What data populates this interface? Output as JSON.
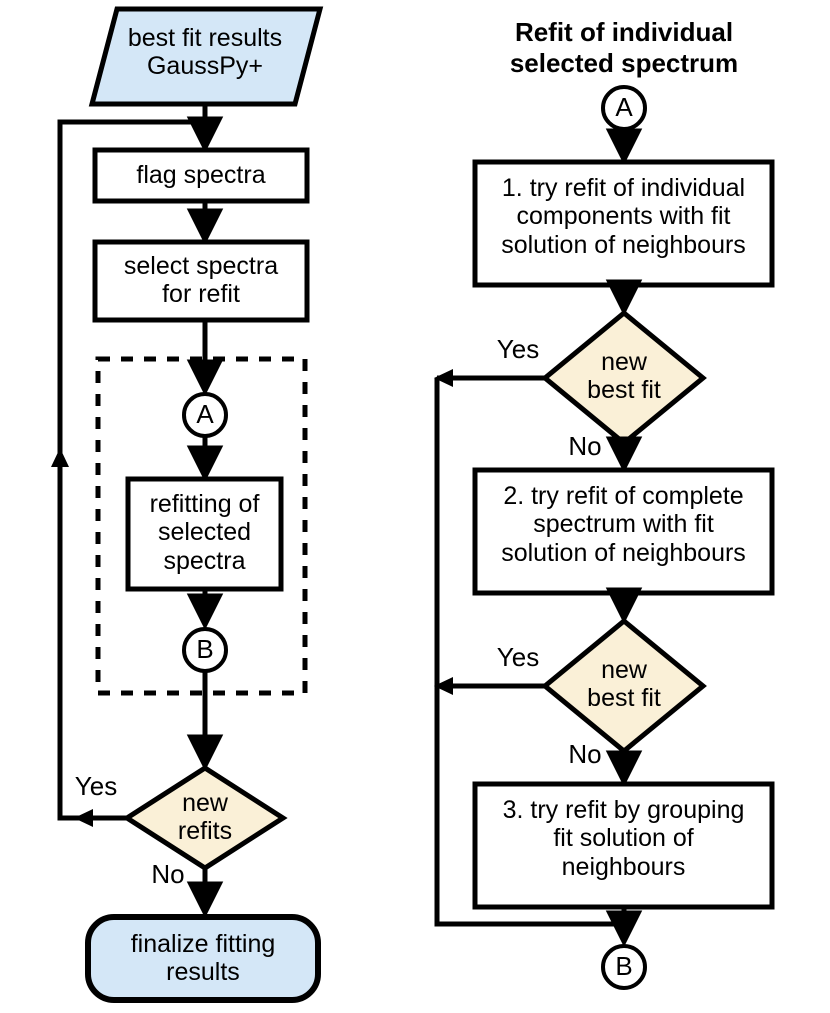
{
  "diagram": {
    "title_right": "Refit of individual\nselected spectrum",
    "colors": {
      "fill_blue": "#d4e7f7",
      "fill_cream": "#faf0d7",
      "stroke": "#000000",
      "background": "#ffffff"
    },
    "left_column": {
      "start_node": {
        "label": "best fit results\nGaussPy+",
        "shape": "parallelogram",
        "fill": "#d4e7f7"
      },
      "process_flag": {
        "label": "flag spectra",
        "shape": "rectangle",
        "fill": "#ffffff"
      },
      "process_select": {
        "label": "select spectra\nfor refit",
        "shape": "rectangle",
        "fill": "#ffffff"
      },
      "connector_a": {
        "label": "A",
        "shape": "circle"
      },
      "process_refit": {
        "label": "refitting of\nselected\nspectra",
        "shape": "rectangle",
        "fill": "#ffffff"
      },
      "connector_b": {
        "label": "B",
        "shape": "circle"
      },
      "decision_new_refits": {
        "label": "new\nrefits",
        "shape": "diamond",
        "fill": "#faf0d7"
      },
      "branch_yes": "Yes",
      "branch_no": "No",
      "end_node": {
        "label": "finalize fitting\nresults",
        "shape": "rounded-rectangle",
        "fill": "#d4e7f7"
      },
      "subprocess_group": {
        "style": "dashed-border"
      }
    },
    "right_column": {
      "connector_a": {
        "label": "A",
        "shape": "circle"
      },
      "step1": {
        "label": "1. try refit of individual\ncomponents with fit\nsolution of neighbours",
        "shape": "rectangle",
        "fill": "#ffffff"
      },
      "decision1": {
        "label": "new\nbest fit",
        "shape": "diamond",
        "fill": "#faf0d7"
      },
      "decision1_yes": "Yes",
      "decision1_no": "No",
      "step2": {
        "label": "2. try refit of complete\nspectrum with fit\nsolution of neighbours",
        "shape": "rectangle",
        "fill": "#ffffff"
      },
      "decision2": {
        "label": "new\nbest fit",
        "shape": "diamond",
        "fill": "#faf0d7"
      },
      "decision2_yes": "Yes",
      "decision2_no": "No",
      "step3": {
        "label": "3. try refit by grouping\nfit solution of\nneighbours",
        "shape": "rectangle",
        "fill": "#ffffff"
      },
      "connector_b": {
        "label": "B",
        "shape": "circle"
      }
    }
  }
}
